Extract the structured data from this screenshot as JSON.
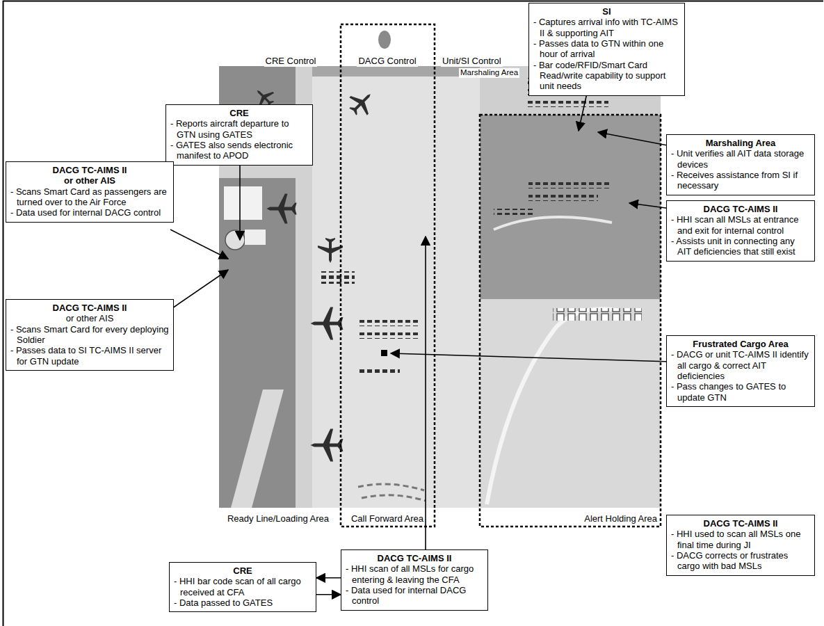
{
  "diagram": {
    "nodes": [
      {
        "text": [
          "CRE",
          "- Reports aircraft departure to GTN using GATES",
          "- GATES also sends electronic manifest to APOD"
        ]
      },
      {
        "text": [
          "SI",
          "- Captures arrival info with TC-AIMS II & supporting AIT",
          "- Passes data to GTN within one hour of arrival",
          "- Bar code/RFID/Smart Card Read/write capability to support unit needs"
        ]
      },
      {
        "text": [
          "DACG TC-AIMS II",
          "or other AIS",
          "- Scans Smart Card as passengers are turned over to the Air Force",
          "- Data used for internal DACG control"
        ]
      },
      {
        "text": [
          "Marshaling Area",
          "- Unit verifies all AIT data storage devices",
          "- Receives assistance from SI if necessary"
        ]
      },
      {
        "text": [
          "DACG TC-AIMS II",
          "- HHI scan all MSLs at entrance and exit for internal control",
          "- Assists unit in connecting any AIT deficiencies that still exist"
        ]
      },
      {
        "text": [
          "DACG TC-AIMS II",
          "or other AIS",
          "- Scans Smart Card for every deploying Soldier",
          "- Passes data to SI TC-AIMS II server for GTN update"
        ]
      },
      {
        "text": [
          "Frustrated Cargo Area",
          "- DACG or unit TC-AIMS II identify all cargo & correct AIT deficiencies",
          "- Pass changes to GATES to update GTN"
        ]
      },
      {
        "text": [
          "CRE",
          "- HHI bar code scan of all cargo received at CFA",
          "- Data passed to GATES"
        ]
      },
      {
        "text": [
          "DACG TC-AIMS II",
          "- HHI scan of all MSLs for cargo entering & leaving the CFA",
          "- Data used for internal DACG control"
        ]
      },
      {
        "text": [
          "DACG TC-AIMS II",
          "- HHI used to scan all MSLs one final time during JI",
          "- DACG corrects or frustrates cargo with bad MSLs"
        ]
      }
    ],
    "edges": [
      {
        "from": 8,
        "to": 7,
        "arrow": "to"
      },
      {
        "from": 7,
        "to": 8,
        "arrow": "to"
      }
    ],
    "labels": [
      "CRE Control",
      "DACG Control",
      "Unit/SI Control",
      "Marshaling Area",
      "Ready Line/Loading Area",
      "Call Forward Area",
      "Alert Holding Area"
    ]
  }
}
